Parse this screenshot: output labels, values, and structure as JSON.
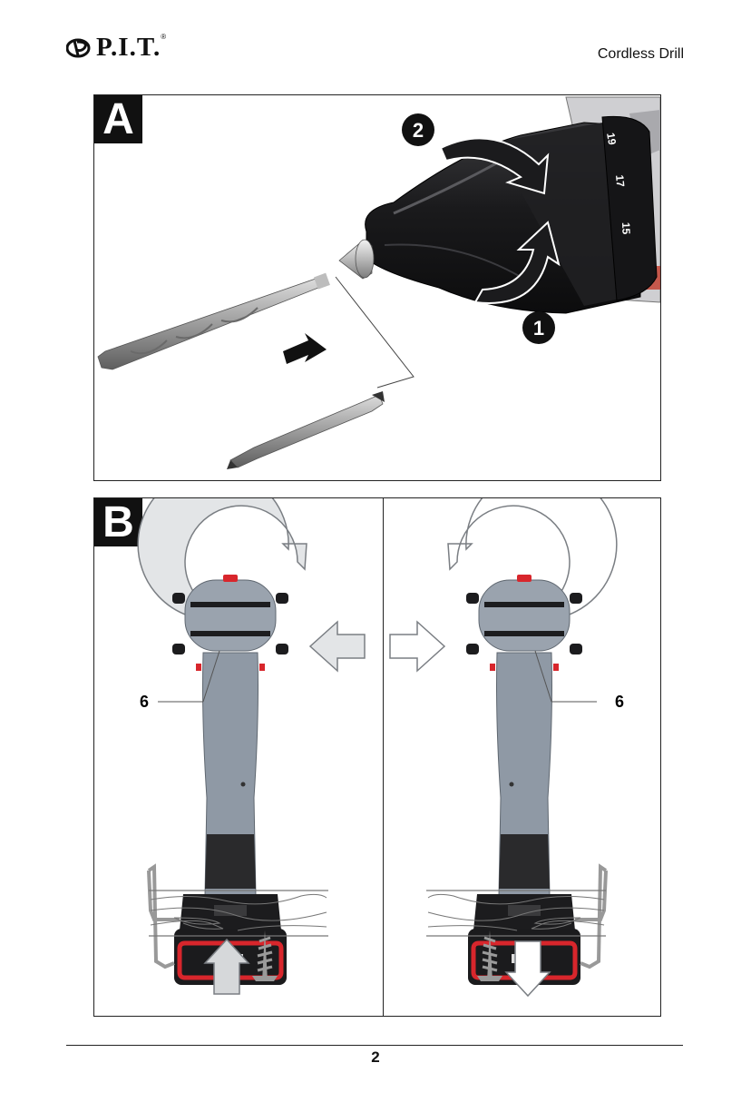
{
  "header": {
    "brand": "P.I.T.",
    "registered_mark": "®",
    "title": "Cordless Drill"
  },
  "panel_a": {
    "label": "A",
    "step_1": "1",
    "step_2": "2",
    "collar_numbers": [
      "19",
      "17",
      "15"
    ]
  },
  "panel_b": {
    "label": "B",
    "left_callout": "6",
    "right_callout": "6"
  },
  "footer": {
    "page_number": "2"
  },
  "colors": {
    "battery_red": "#d8262c",
    "tool_gray": "#8f99a5",
    "arrow_fill": "#e3e5e7",
    "chuck_black": "#1c1c1e"
  }
}
